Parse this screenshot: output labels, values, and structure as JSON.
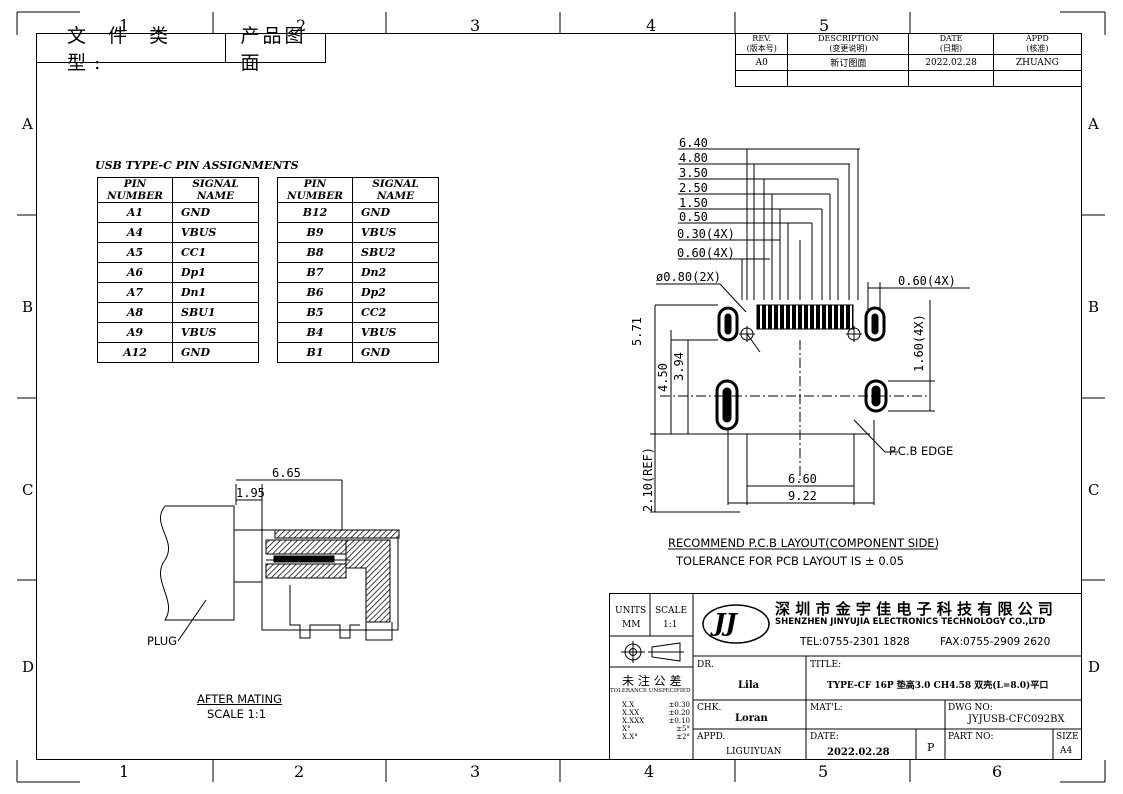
{
  "document_type": {
    "label": "文 件 类 型:",
    "value": "产品图面"
  },
  "zones": {
    "columns": [
      "1",
      "2",
      "3",
      "4",
      "5",
      "6"
    ],
    "rows": [
      "A",
      "B",
      "C",
      "D"
    ]
  },
  "revision": {
    "headers": [
      {
        "en": "REV.",
        "cn": "(版本号)"
      },
      {
        "en": "DESCRIPTION",
        "cn": "(变更说明)"
      },
      {
        "en": "DATE",
        "cn": "(日期)"
      },
      {
        "en": "APPD",
        "cn": "(核准)"
      }
    ],
    "row": {
      "rev": "A0",
      "description": "新订图面",
      "date": "2022.02.28",
      "appd": "ZHUANG"
    }
  },
  "pin_assignments": {
    "title": "USB TYPE-C PIN ASSIGNMENTS",
    "header": {
      "pin": "PIN NUMBER",
      "signal": "SIGNAL NAME"
    },
    "left": [
      {
        "pin": "A1",
        "signal": "GND"
      },
      {
        "pin": "A4",
        "signal": "VBUS"
      },
      {
        "pin": "A5",
        "signal": "CC1"
      },
      {
        "pin": "A6",
        "signal": "Dp1"
      },
      {
        "pin": "A7",
        "signal": "Dn1"
      },
      {
        "pin": "A8",
        "signal": "SBU1"
      },
      {
        "pin": "A9",
        "signal": "VBUS"
      },
      {
        "pin": "A12",
        "signal": "GND"
      }
    ],
    "right": [
      {
        "pin": "B12",
        "signal": "GND"
      },
      {
        "pin": "B9",
        "signal": "VBUS"
      },
      {
        "pin": "B8",
        "signal": "SBU2"
      },
      {
        "pin": "B7",
        "signal": "Dn2"
      },
      {
        "pin": "B6",
        "signal": "Dp2"
      },
      {
        "pin": "B5",
        "signal": "CC2"
      },
      {
        "pin": "B4",
        "signal": "VBUS"
      },
      {
        "pin": "B1",
        "signal": "GND"
      }
    ]
  },
  "mating_view": {
    "dim_top": "6.65",
    "dim_inner": "1.95",
    "plug_label": "PLUG",
    "caption": "AFTER MATING",
    "scale": "SCALE 1:1"
  },
  "pcb_layout": {
    "stack_dims": [
      "6.40",
      "4.80",
      "3.50",
      "2.50",
      "1.50",
      "0.50",
      "0.30(4X)",
      "0.60(4X)"
    ],
    "hole_dim": "ø0.80(2X)",
    "right_dim": "0.60(4X)",
    "vertical_dims": [
      "5.71",
      "4.50",
      "3.94"
    ],
    "slot_dim": "1.60(4X)",
    "ref_dim": "2.10(REF)",
    "edge_label": "P.C.B EDGE",
    "bottom_dims": [
      "6.60",
      "9.22"
    ],
    "caption": "RECOMMEND P.C.B LAYOUT(COMPONENT SIDE)",
    "tolerance": "TOLERANCE FOR PCB LAYOUT IS ± 0.05"
  },
  "title_block": {
    "units_label": "UNITS",
    "units_value": "MM",
    "scale_label": "SCALE",
    "scale_value": "1:1",
    "logo": "JJ",
    "company_cn": "深 圳 市 金 宇 佳 电 子 科 技 有 限 公 司",
    "company_en": "SHENZHEN JINYUJIA ELECTRONICS TECHNOLOGY CO.,LTD",
    "tel": "TEL:0755-2301 1828",
    "fax": "FAX:0755-2909 2620",
    "tolerance_cn": "未 注 公 差",
    "tolerance_en": "TOLERANCE UNSPECIFIED",
    "tolerances": [
      {
        "k": "X.X",
        "v": "±0.30"
      },
      {
        "k": "X.XX",
        "v": "±0.20"
      },
      {
        "k": "X.XXX",
        "v": "±0.10"
      },
      {
        "k": "X°",
        "v": "±5°"
      },
      {
        "k": "X.X°",
        "v": "±2°"
      }
    ],
    "dr_label": "DR.",
    "dr_value": "Lila",
    "chk_label": "CHK.",
    "chk_value": "Loran",
    "appd_label": "APPD.",
    "appd_value": "LIGUIYUAN",
    "title_label": "TITLE:",
    "title_value": "TYPE-CF 16P 垫高3.0 CH4.58 双壳(L=8.0)平口",
    "matl_label": "MAT'L:",
    "dwg_label": "DWG NO:",
    "dwg_value": "JYJUSB-CFC092BX",
    "date_label": "DATE:",
    "date_value": "2022.02.28",
    "p_mark": "P",
    "part_label": "PART NO:",
    "size_label": "SIZE",
    "size_value": "A4"
  }
}
